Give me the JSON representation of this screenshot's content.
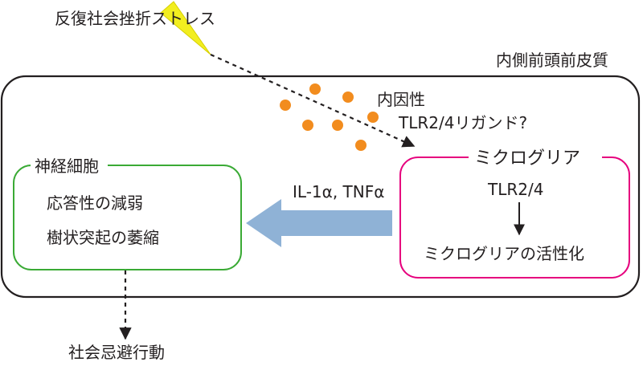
{
  "stress_label": "反復社会挫折ストレス",
  "region_label": "内側前頭前皮質",
  "ligand_label_line1": "内因性",
  "ligand_label_line2": "TLR2/4リガンド?",
  "neuron": {
    "title": "神経細胞",
    "effect_1": "応答性の減弱",
    "effect_2": "樹状突起の萎縮"
  },
  "microglia": {
    "title": "ミクログリア",
    "receptor": "TLR2/4",
    "activation": "ミクログリアの活性化"
  },
  "cytokines": "IL-1α, TNFα",
  "outcome": "社会忌避行動",
  "colors": {
    "neuron_border": "#3aaa35",
    "microglia_border": "#e6007e",
    "arrow_fill": "#8fb2d6",
    "ligand_dot": "#f28c1e",
    "stress_triangle": "#f2ee1f"
  }
}
